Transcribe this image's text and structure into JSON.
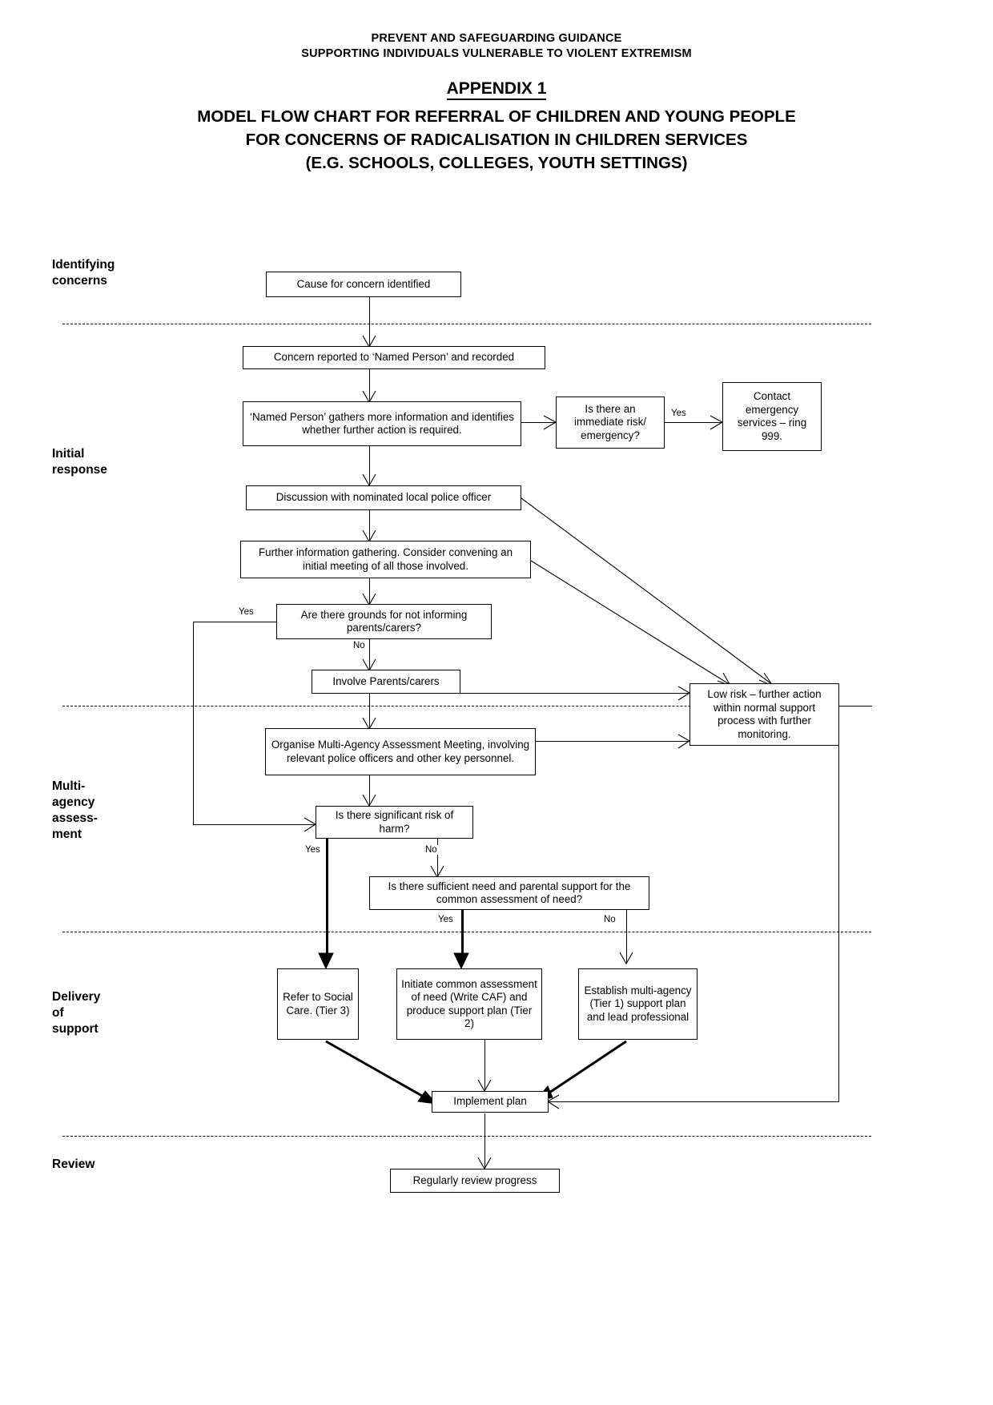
{
  "header": {
    "line1": "PREVENT AND SAFEGUARDING GUIDANCE",
    "line2": "SUPPORTING INDIVIDUALS VULNERABLE TO VIOLENT EXTREMISM",
    "appendix": "APPENDIX 1",
    "title_line1": "MODEL FLOW CHART FOR REFERRAL OF CHILDREN AND YOUNG PEOPLE",
    "title_line2": "FOR CONCERNS OF RADICALISATION IN CHILDREN SERVICES",
    "title_line3": "(E.G. SCHOOLS, COLLEGES, YOUTH SETTINGS)"
  },
  "lanes": [
    {
      "id": "identifying",
      "label": "Identifying\nconcerns"
    },
    {
      "id": "initial",
      "label": "Initial\nresponse"
    },
    {
      "id": "multiagency",
      "label": "Multi-\nagency\nassess-\nment"
    },
    {
      "id": "delivery",
      "label": "Delivery\nof\nsupport"
    },
    {
      "id": "review",
      "label": "Review"
    }
  ],
  "nodes": {
    "cause": "Cause for concern identified",
    "reported": "Concern reported to ‘Named Person’ and recorded",
    "gathers": "‘Named Person’ gathers more information and identifies whether further action is required.",
    "immediate_risk": "Is there an immediate risk/ emergency?",
    "contact_emergency": "Contact emergency services – ring 999.",
    "police_discussion": "Discussion with nominated local police officer",
    "further_info": "Further information gathering. Consider convening an initial meeting of all those involved.",
    "grounds": "Are there grounds for not informing parents/carers?",
    "involve_parents": "Involve Parents/carers",
    "low_risk": "Low risk – further action within normal support process with further monitoring.",
    "organise_maam": "Organise Multi-Agency Assessment Meeting, involving relevant police officers and other key personnel.",
    "significant_risk": "Is there significant risk of harm?",
    "sufficient_need": "Is there sufficient need and parental support for the common assessment of need?",
    "refer_social_care": "Refer to Social Care. (Tier 3)",
    "initiate_caf": "Initiate common assessment of need (Write CAF) and produce support plan (Tier 2)",
    "establish_tier1": "Establish multi-agency (Tier 1) support plan and lead professional",
    "implement_plan": "Implement plan",
    "review_progress": "Regularly review progress"
  },
  "edge_labels": {
    "immediate_yes": "Yes",
    "grounds_yes": "Yes",
    "grounds_no": "No",
    "risk_yes": "Yes",
    "risk_no": "No",
    "need_yes": "Yes",
    "need_no": "No"
  },
  "chart_data": {
    "type": "flowchart",
    "title": "MODEL FLOW CHART FOR REFERRAL OF CHILDREN AND YOUNG PEOPLE FOR CONCERNS OF RADICALISATION IN CHILDREN SERVICES (E.G. SCHOOLS, COLLEGES, YOUTH SETTINGS)",
    "swimlanes": [
      "Identifying concerns",
      "Initial response",
      "Multi-agency assessment",
      "Delivery of support",
      "Review"
    ],
    "edges": [
      {
        "from": "cause",
        "to": "reported",
        "label": ""
      },
      {
        "from": "reported",
        "to": "gathers",
        "label": ""
      },
      {
        "from": "gathers",
        "to": "immediate_risk",
        "label": ""
      },
      {
        "from": "immediate_risk",
        "to": "contact_emergency",
        "label": "Yes"
      },
      {
        "from": "gathers",
        "to": "police_discussion",
        "label": ""
      },
      {
        "from": "police_discussion",
        "to": "further_info",
        "label": ""
      },
      {
        "from": "police_discussion",
        "to": "low_risk",
        "label": ""
      },
      {
        "from": "further_info",
        "to": "grounds",
        "label": ""
      },
      {
        "from": "further_info",
        "to": "low_risk",
        "label": ""
      },
      {
        "from": "grounds",
        "to": "significant_risk",
        "label": "Yes"
      },
      {
        "from": "grounds",
        "to": "involve_parents",
        "label": "No"
      },
      {
        "from": "involve_parents",
        "to": "low_risk",
        "label": ""
      },
      {
        "from": "involve_parents",
        "to": "organise_maam",
        "label": ""
      },
      {
        "from": "organise_maam",
        "to": "low_risk",
        "label": ""
      },
      {
        "from": "organise_maam",
        "to": "significant_risk",
        "label": ""
      },
      {
        "from": "significant_risk",
        "to": "refer_social_care",
        "label": "Yes"
      },
      {
        "from": "significant_risk",
        "to": "sufficient_need",
        "label": "No"
      },
      {
        "from": "sufficient_need",
        "to": "initiate_caf",
        "label": "Yes"
      },
      {
        "from": "sufficient_need",
        "to": "establish_tier1",
        "label": "No"
      },
      {
        "from": "refer_social_care",
        "to": "implement_plan",
        "label": ""
      },
      {
        "from": "initiate_caf",
        "to": "implement_plan",
        "label": ""
      },
      {
        "from": "establish_tier1",
        "to": "implement_plan",
        "label": ""
      },
      {
        "from": "low_risk",
        "to": "implement_plan",
        "label": ""
      },
      {
        "from": "implement_plan",
        "to": "review_progress",
        "label": ""
      }
    ]
  }
}
